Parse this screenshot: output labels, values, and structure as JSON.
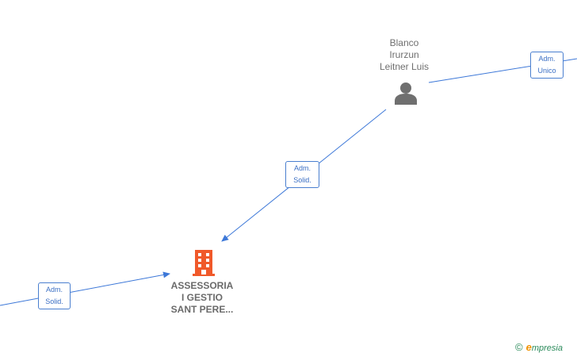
{
  "nodes": {
    "person": {
      "name_line1": "Blanco",
      "name_line2": "Irurzun",
      "name_line3": "Leitner Luis",
      "icon": "person-icon"
    },
    "company": {
      "name_line1": "ASSESSORIA",
      "name_line2": "I GESTIO",
      "name_line3": "SANT PERE...",
      "icon": "building-icon"
    }
  },
  "edges": {
    "top_right": {
      "line1": "Adm.",
      "line2": "Unico"
    },
    "middle": {
      "line1": "Adm.",
      "line2": "Solid."
    },
    "bottom_left": {
      "line1": "Adm.",
      "line2": "Solid."
    }
  },
  "colors": {
    "edge": "#3d78d8",
    "company_icon": "#f0592a",
    "person_icon": "#6f6f6f"
  },
  "brand": {
    "copyright_symbol": "©",
    "name_initial": "e",
    "name_rest": "mpresia"
  }
}
